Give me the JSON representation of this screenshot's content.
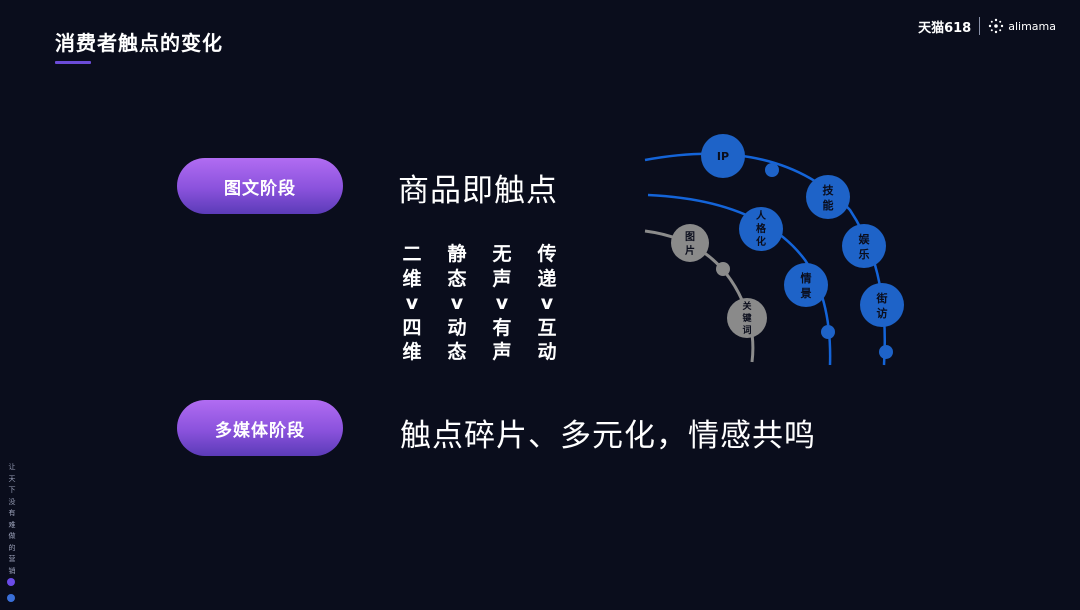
{
  "slide": {
    "title": "消费者触点的变化",
    "logo": {
      "tmall": "天猫618",
      "alimama": "alimama"
    },
    "side_text": [
      "让",
      "天",
      "下",
      "没",
      "有",
      "难",
      "做",
      "的",
      "营",
      "销"
    ]
  },
  "stages": [
    {
      "label": "图文阶段",
      "headline": "商品即触点"
    },
    {
      "label": "多媒体阶段",
      "headline": "触点碎片、多元化，情感共鸣"
    }
  ],
  "transitions": [
    {
      "from": [
        "二",
        "维"
      ],
      "arrow": "v",
      "to": [
        "四",
        "维"
      ]
    },
    {
      "from": [
        "静",
        "态"
      ],
      "arrow": "v",
      "to": [
        "动",
        "态"
      ]
    },
    {
      "from": [
        "无",
        "声"
      ],
      "arrow": "v",
      "to": [
        "有",
        "声"
      ]
    },
    {
      "from": [
        "传",
        "递"
      ],
      "arrow": "v",
      "to": [
        "互",
        "动"
      ]
    }
  ],
  "diagram": {
    "colors": {
      "outer": "#1464d8",
      "inner": "#8c8c8c",
      "node_blue": "#1e63c8",
      "node_gray": "#8a8a8a",
      "text_dark": "#0a0d1c"
    },
    "nodes": [
      {
        "label": [
          "IP"
        ],
        "ring": "outer"
      },
      {
        "label": [
          "技",
          "能"
        ],
        "ring": "outer"
      },
      {
        "label": [
          "娱",
          "乐"
        ],
        "ring": "outer"
      },
      {
        "label": [
          "街",
          "访"
        ],
        "ring": "outer"
      },
      {
        "label": [
          "人",
          "格",
          "化"
        ],
        "ring": "middle"
      },
      {
        "label": [
          "情",
          "景"
        ],
        "ring": "middle"
      },
      {
        "label": [
          "图",
          "片"
        ],
        "ring": "inner"
      },
      {
        "label": [
          "关",
          "键",
          "词"
        ],
        "ring": "inner"
      }
    ]
  }
}
